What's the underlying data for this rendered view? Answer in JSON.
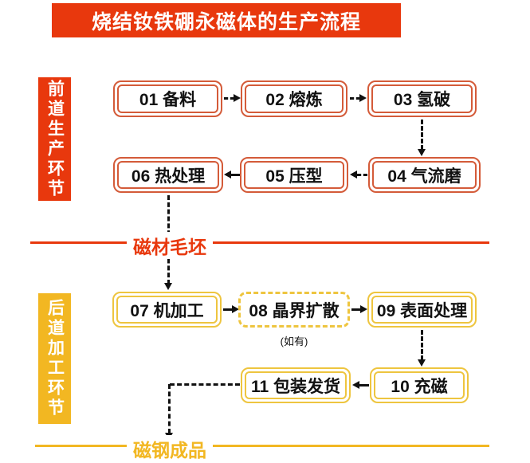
{
  "title": "烧结钕铁硼永磁体的生产流程",
  "stages": [
    {
      "label": "前道生产环节",
      "color": "#E8380D"
    },
    {
      "label": "后道加工环节",
      "color": "#F2B722"
    }
  ],
  "steps": [
    {
      "label": "01 备料"
    },
    {
      "label": "02 熔炼"
    },
    {
      "label": "03 氢破"
    },
    {
      "label": "04 气流磨"
    },
    {
      "label": "05 压型"
    },
    {
      "label": "06 热处理"
    },
    {
      "label": "07 机加工"
    },
    {
      "label": "08 晶界扩散",
      "note": "(如有)"
    },
    {
      "label": "09 表面处理"
    },
    {
      "label": "10 充磁"
    },
    {
      "label": "11 包装发货"
    }
  ],
  "dividers": [
    {
      "label": "磁材毛坯",
      "color": "#E8380D"
    },
    {
      "label": "磁钢成品",
      "color": "#F2B722"
    }
  ],
  "colors": {
    "banner_red": "#E8380D",
    "red_box_border": "#D45B39",
    "yellow_label": "#F2B722",
    "yellow_box_border": "#EEC53F",
    "arrow_black": "#111111"
  }
}
